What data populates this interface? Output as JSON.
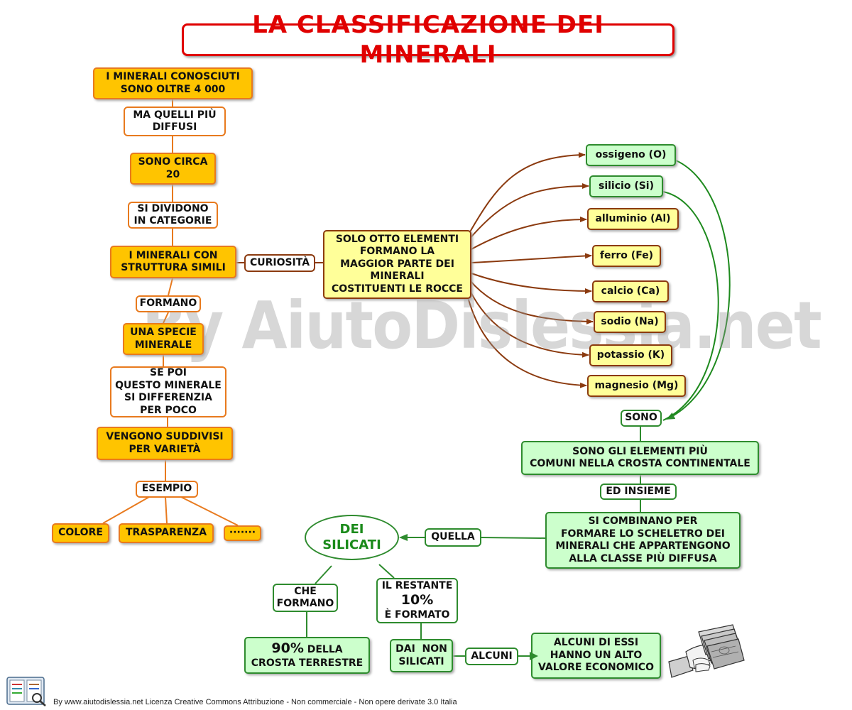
{
  "title": "LA CLASSIFICAZIONE DEI  MINERALI",
  "left_chain": {
    "n1": [
      "I MINERALI CONOSCIUTI",
      "SONO OLTRE 4 000"
    ],
    "n2": [
      "MA QUELLI PIÙ",
      "DIFFUSI"
    ],
    "n3": [
      "SONO CIRCA",
      "20"
    ],
    "n4": [
      "SI DIVIDONO",
      "IN CATEGORIE"
    ],
    "n5": [
      "I MINERALI CON",
      "STRUTTURA SIMILI"
    ],
    "n6": "FORMANO",
    "n7": [
      "UNA SPECIE",
      "MINERALE"
    ],
    "n8": [
      "SE POI",
      "QUESTO MINERALE",
      "SI DIFFERENZIA",
      "PER POCO"
    ],
    "n9": [
      "VENGONO SUDDIVISI",
      "PER VARIETÀ"
    ],
    "n10": "ESEMPIO",
    "examples": [
      "COLORE",
      "TRASPARENZA",
      "·······"
    ]
  },
  "curiosita": {
    "link": "CURIOSITÀ",
    "main": [
      "SOLO OTTO ELEMENTI",
      "FORMANO LA",
      "MAGGIOR PARTE DEI",
      "MINERALI",
      "COSTITUENTI LE ROCCE"
    ]
  },
  "elements": [
    "ossigeno (O)",
    "silicio (Si)",
    "alluminio (Al)",
    "ferro (Fe)",
    "calcio (Ca)",
    "sodio (Na)",
    "potassio (K)",
    "magnesio (Mg)"
  ],
  "right_chain": {
    "sono": "SONO",
    "comuni": [
      "SONO GLI ELEMENTI PIÙ",
      "COMUNI NELLA CROSTA CONTINENTALE"
    ],
    "ed_insieme": "ED INSIEME",
    "combinano": [
      "SI COMBINANO PER",
      "FORMARE LO SCHELETRO DEI",
      "MINERALI CHE APPARTENGONO",
      "ALLA CLASSE PIÙ DIFFUSA"
    ],
    "quella": "QUELLA",
    "silicati": [
      "DEI",
      "SILICATI"
    ],
    "che_formano": [
      "CHE",
      "FORMANO"
    ],
    "novanta_pct": "90%",
    "novanta_rest": [
      "DELLA",
      "CROSTA TERRESTRE"
    ],
    "restante_a": "IL RESTANTE",
    "restante_pct": "10%",
    "restante_b": "È FORMATO",
    "non_silicati": [
      "DAI  NON",
      "SILICATI"
    ],
    "alcuni": "ALCUNI",
    "valore": [
      "ALCUNI DI ESSI",
      "HANNO UN ALTO",
      "VALORE ECONOMICO"
    ]
  },
  "watermark": "By AiutoDislessia.net",
  "footer": "By www.aiutodislessia.net Licenza Creative Commons Attribuzione - Non commerciale - Non opere derivate 3.0 Italia",
  "colors": {
    "title": "#e00000",
    "orange_fill": "#ffc400",
    "orange_border": "#e87a1e",
    "yellow_fill": "#ffff99",
    "brown": "#8b3a0f",
    "green_fill": "#ccffcc",
    "green_border": "#2e8b2e"
  }
}
